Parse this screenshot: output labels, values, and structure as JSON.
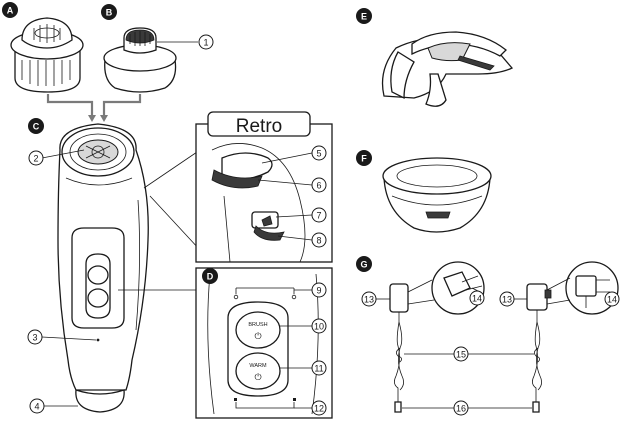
{
  "badges": {
    "a": "A",
    "b": "B",
    "c": "C",
    "d": "D",
    "e": "E",
    "f": "F",
    "g": "G"
  },
  "callout_title": "Retro",
  "numbers": {
    "n1": "1",
    "n2": "2",
    "n3": "3",
    "n4": "4",
    "n5": "5",
    "n6": "6",
    "n7": "7",
    "n8": "8",
    "n9": "9",
    "n10": "10",
    "n11": "11",
    "n12": "12",
    "n13a": "13",
    "n13b": "13",
    "n14a": "14",
    "n14b": "14",
    "n15": "15",
    "n16": "16"
  },
  "buttons": {
    "brush": "BRUSH",
    "warm": "WARM",
    "power_symbol": "⏻"
  }
}
